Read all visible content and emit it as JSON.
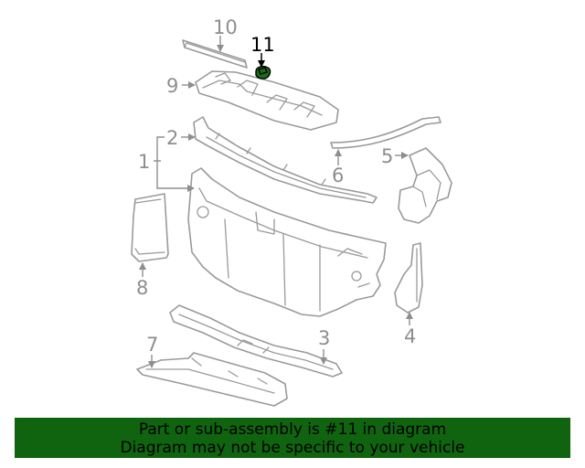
{
  "callouts": {
    "c1": "1",
    "c2": "2",
    "c3": "3",
    "c4": "4",
    "c5": "5",
    "c6": "6",
    "c7": "7",
    "c8": "8",
    "c9": "9",
    "c10": "10",
    "c11": "11"
  },
  "highlighted_part": "11",
  "colors": {
    "banner_background": "#106410",
    "highlight_part": "#1b6d1b",
    "line_art": "#9a9a9a"
  },
  "banner": {
    "line1": "Part or sub-assembly is #11 in diagram",
    "line2": "Diagram may not be specific to your vehicle"
  }
}
